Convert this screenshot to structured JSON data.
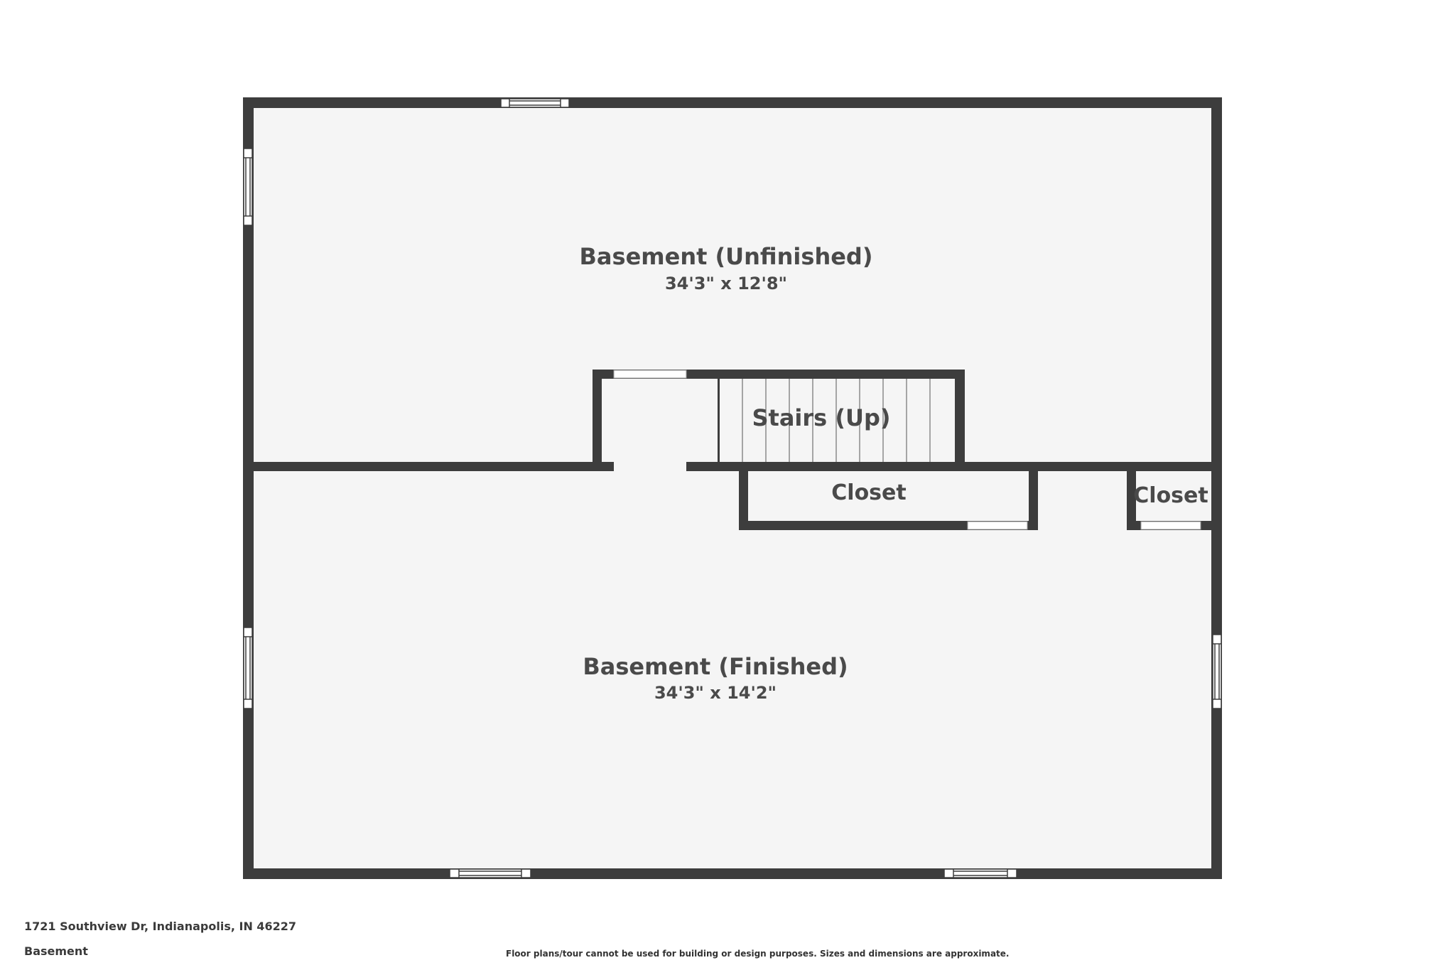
{
  "rooms": {
    "unfinished": {
      "name": "Basement (Unfinished)",
      "dims": "34'3\" x 12'8\""
    },
    "stairs": {
      "name": "Stairs (Up)"
    },
    "closet_center": {
      "name": "Closet"
    },
    "closet_right": {
      "name": "Closet"
    },
    "finished": {
      "name": "Basement (Finished)",
      "dims": "34'3\" x 14'2\""
    }
  },
  "footer": {
    "address": "1721 Southview Dr, Indianapolis, IN 46227",
    "floor": "Basement",
    "disclaimer": "Floor plans/tour cannot be used for building or design purposes. Sizes and dimensions are approximate."
  },
  "colors": {
    "wall": "#3d3d3d",
    "floor": "#f5f5f5",
    "background": "#ffffff"
  }
}
